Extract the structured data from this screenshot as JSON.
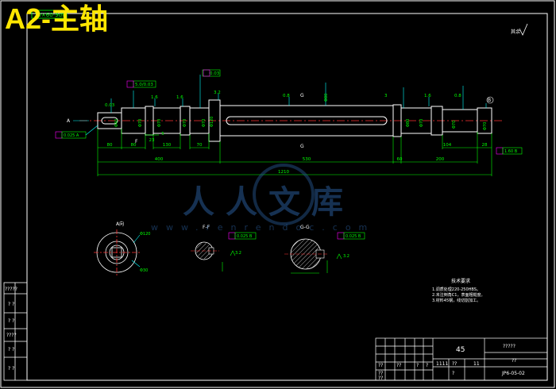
{
  "title": "A2-主轴",
  "watermark": {
    "text": "人人文库",
    "url": "www.renrendoc.com"
  },
  "colors": {
    "frame": "#ffffff",
    "dim": "#00ff00",
    "part": "#ffffff",
    "centerline": "#ff3333",
    "leader": "#00ffff",
    "tolerance": "#ff00ff",
    "title": "#ffe600",
    "watermark": "#2a5a96"
  },
  "main_view": {
    "top_left_callout": "20×60-9df",
    "right_corner_note": "其余",
    "section_marks": {
      "a": "A",
      "f": "F",
      "g": "G",
      "g2": "G",
      "b": "B"
    },
    "upper_labels": {
      "l1": "5.0/0.03",
      "l2": "0.03",
      "l3": "0.03",
      "l4": "1.6",
      "l5": "1.6",
      "l6": "3.2",
      "l7": "0.8",
      "l8": "1.6",
      "l9": "3",
      "l10": "0.8"
    },
    "lower_dims": {
      "d1": "80",
      "d2": "80",
      "d3": "130",
      "d4": "70",
      "d5": "400",
      "d6": "530",
      "d7": "60",
      "d8": "200",
      "d9": "104",
      "d10": "28",
      "d11": "1210",
      "d12": "23",
      "d13": "5"
    },
    "tol_left": "0.025 A",
    "tol_right": "1.60 B"
  },
  "views": {
    "a_label": "A向",
    "ff_label": "F-F",
    "gg_label": "G-G",
    "ff_tol": "0.025 B",
    "gg_tol": "0.025 B",
    "ff_rough": "3.2",
    "gg_rough": "3.2"
  },
  "notes": {
    "heading": "技术要求",
    "lines": [
      "1.调质处理220-250HBS。",
      "2.未注倒角C1，表面粗糙度。",
      "3.材料45钢，线切割加工。"
    ]
  },
  "side_table": {
    "cells": [
      "?????",
      "? ?",
      "? ?",
      "????",
      "? ?",
      "? ?"
    ]
  },
  "title_block": {
    "material": "45",
    "name": "?????",
    "scale": "??",
    "drawing_no": "JP6-05-02",
    "row_a": [
      "1111",
      "??",
      "11"
    ],
    "row_b": [
      "??",
      "??",
      "?",
      "?"
    ],
    "row_c": [
      "??",
      "?"
    ],
    "row_d": [
      "??"
    ]
  }
}
